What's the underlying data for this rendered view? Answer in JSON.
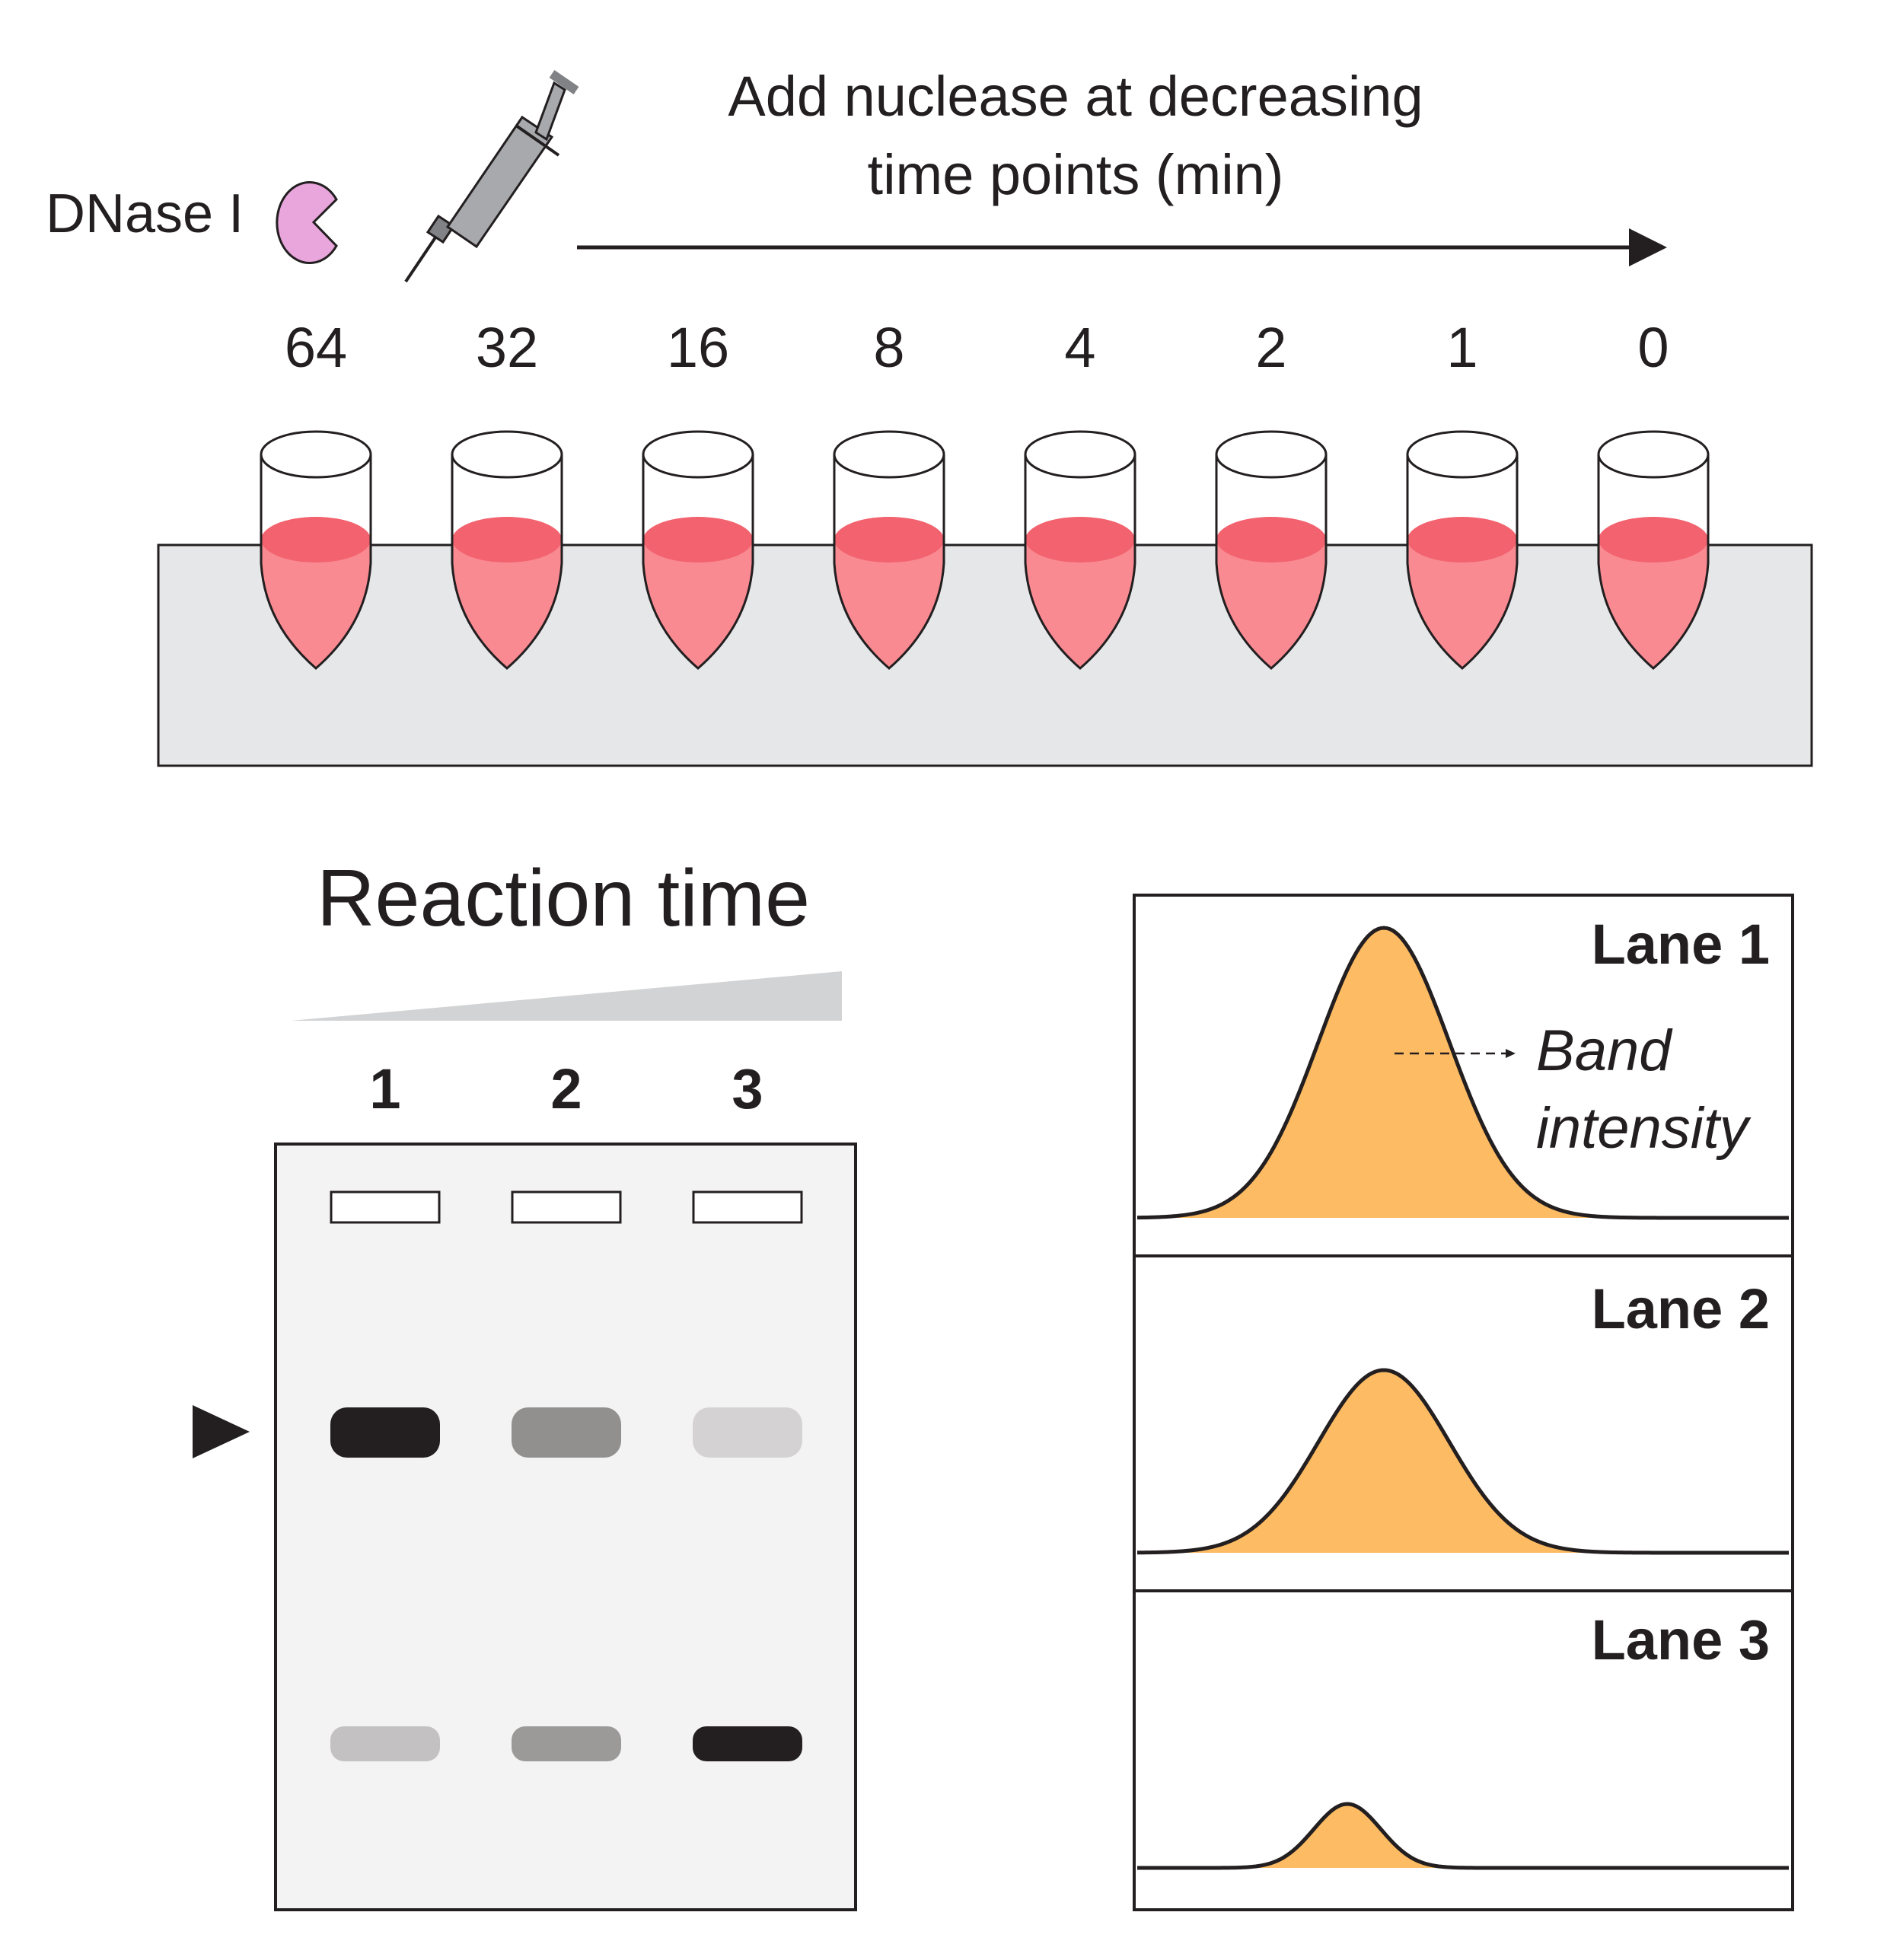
{
  "top": {
    "enzyme_label": "DNase I",
    "title_line1": "Add nuclease at decreasing",
    "title_line2": "time points (min)",
    "time_points": [
      "64",
      "32",
      "16",
      "8",
      "4",
      "2",
      "1",
      "0"
    ]
  },
  "gel": {
    "title": "Reaction time",
    "lanes": [
      "1",
      "2",
      "3"
    ],
    "upper_band_intensity": [
      1.0,
      0.45,
      0.12
    ],
    "lower_band_intensity": [
      0.2,
      0.4,
      1.0
    ]
  },
  "profiles": {
    "panels": [
      {
        "label": "Lane 1",
        "relative_peak": 1.0
      },
      {
        "label": "Lane 2",
        "relative_peak": 0.63
      },
      {
        "label": "Lane 3",
        "relative_peak": 0.22
      }
    ],
    "annotation_line1": "Band",
    "annotation_line2": "intensity"
  },
  "colors": {
    "enzyme": "#e8a6dc",
    "liquid_top": "#f2636f",
    "liquid": "#fa8a92",
    "rack": "#e6e7e9",
    "gel": "#f4f3f4",
    "band_dark": "#231f20",
    "band_mid": "#939598",
    "band_light": "#d1d3d4",
    "band_faint": "#e6e2e1",
    "peak_fill": "#fdbb63",
    "ramp": "#d1d3d4"
  }
}
